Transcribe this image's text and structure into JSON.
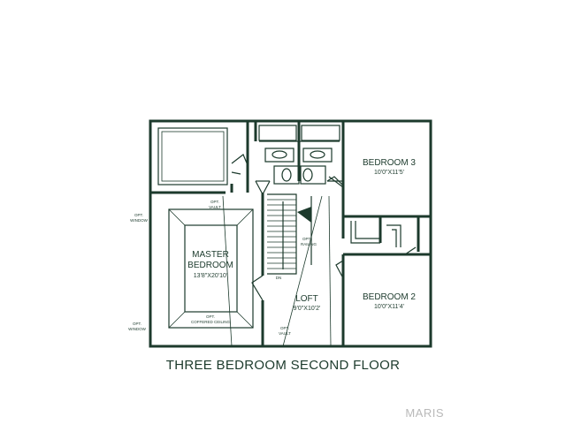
{
  "caption": "THREE BEDROOM SECOND FLOOR",
  "watermark": "MARIS",
  "rooms": {
    "master": {
      "name_line1": "MASTER",
      "name_line2": "BEDROOM",
      "dims": "13'8\"X20'10'"
    },
    "bedroom3": {
      "name": "BEDROOM 3",
      "dims": "10'0\"X11'5'"
    },
    "bedroom2": {
      "name": "BEDROOM 2",
      "dims": "10'0\"X11'4'"
    },
    "loft": {
      "name": "LOFT",
      "dims": "9'0\"X10'2'"
    }
  },
  "notes": {
    "opt_window_left_top_1": "OPT.",
    "opt_window_left_top_2": "WINDOW",
    "opt_window_left_bottom_1": "OPT.",
    "opt_window_left_bottom_2": "WINDOW",
    "opt_vault_top_1": "OPT.",
    "opt_vault_top_2": "VAULT",
    "opt_coffered_1": "OPT.",
    "opt_coffered_2": "COFFERED CEILING",
    "opt_railing_1": "OPT.",
    "opt_railing_2": "RAILING",
    "opt_vault_bottom_1": "OPT.",
    "opt_vault_bottom_2": "VAULT",
    "stair_dn": "DN"
  }
}
